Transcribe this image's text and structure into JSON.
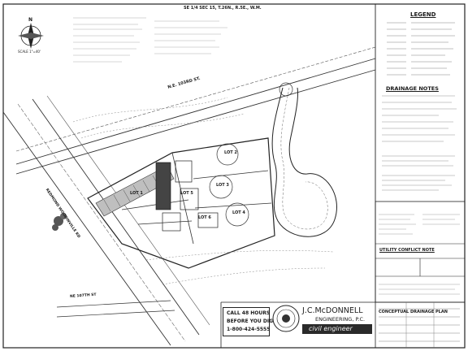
{
  "header": {
    "section": "SE 1/4 SEC 15, T.26N., R.5E., W.M."
  },
  "north": {
    "letter": "N",
    "caption": "SCALE 1\"=40'"
  },
  "roads": {
    "ne_103rd": "N.E. 103RD ST.",
    "ne_107th": "NE 107TH ST",
    "redmond_woodinville": "REDMOND WOODINVILLE RD"
  },
  "lots": {
    "lot1": "LOT 1",
    "lot2": "LOT 2",
    "lot3": "LOT 3",
    "lot4": "LOT 4",
    "lot5": "LOT 5",
    "lot6": "LOT 6"
  },
  "legend": {
    "title": "LEGEND"
  },
  "drainage": {
    "title": "DRAINAGE NOTES"
  },
  "utility": {
    "title": "UTILITY CONFLICT NOTE"
  },
  "call": {
    "line1": "CALL 48 HOURS",
    "line2": "BEFORE YOU DIG",
    "line3": "1-800-424-5555"
  },
  "firm": {
    "name_line1": "J.C.McDONNELL",
    "name_line2": "ENGINEERING, P.C.",
    "name_line3": "civil engineer"
  },
  "titleblock": {
    "plan_title": "CONCEPTUAL DRAINAGE PLAN"
  }
}
